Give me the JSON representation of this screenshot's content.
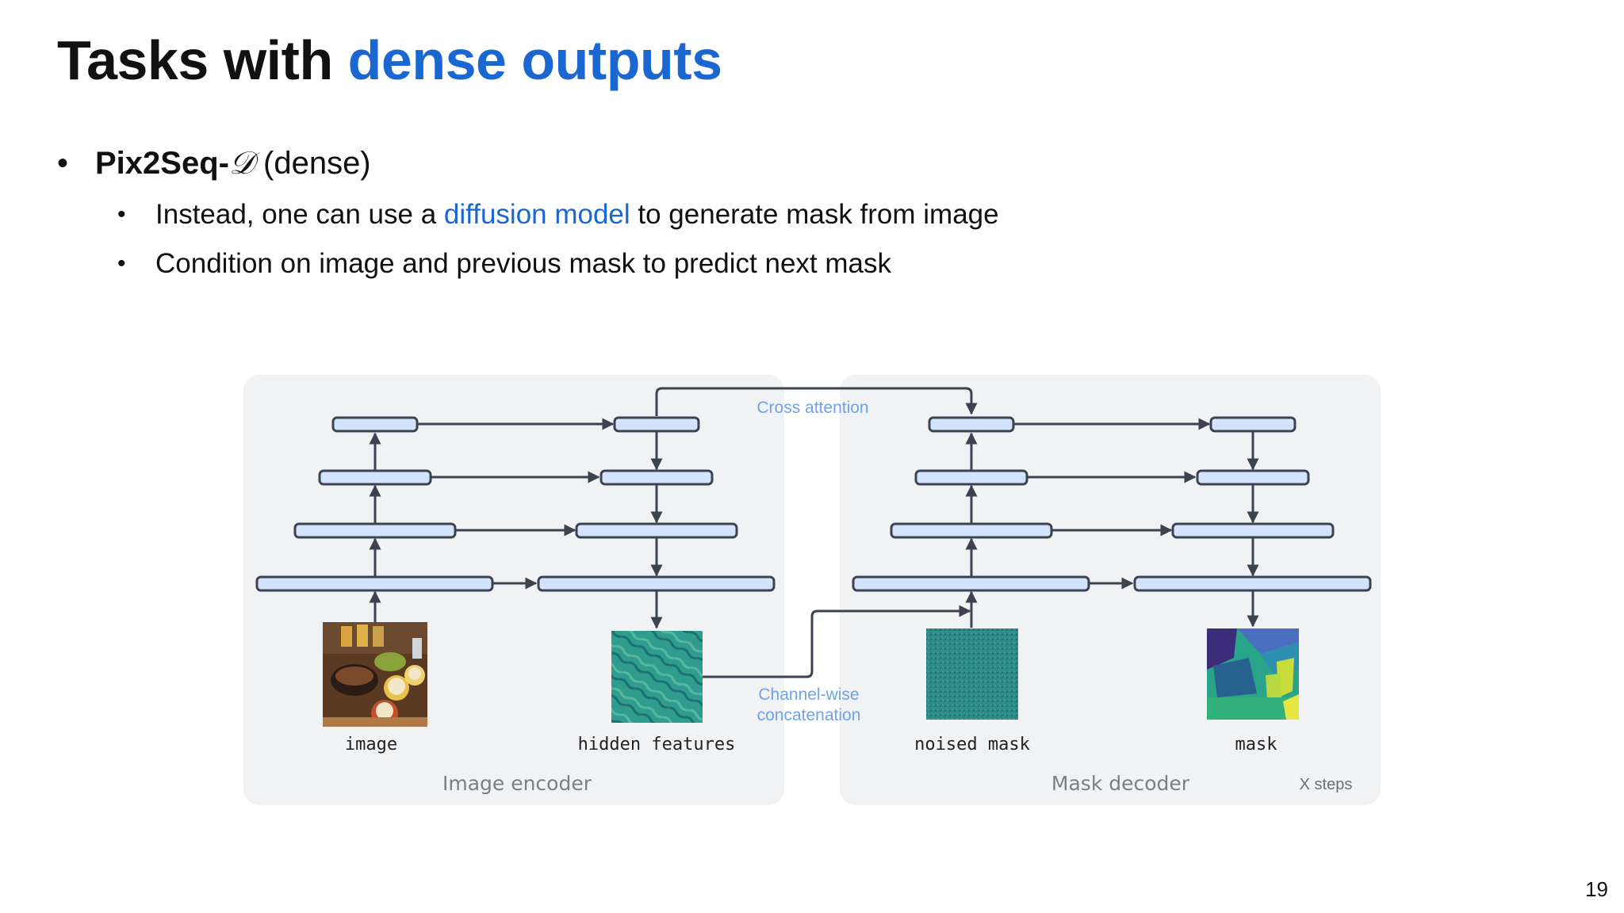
{
  "slide": {
    "title_prefix": "Tasks with ",
    "title_accent": "dense outputs",
    "page_number": "19"
  },
  "bullets": {
    "main_bold": "Pix2Seq-",
    "main_symbol": "𝒟",
    "main_rest": " (dense)",
    "sub1_before": "Instead, one can use a ",
    "sub1_link": "diffusion model",
    "sub1_after": " to generate mask from image",
    "sub2": "Condition on image and previous mask to predict next mask"
  },
  "diagram": {
    "encoder_label": "Image encoder",
    "decoder_label": "Mask decoder",
    "image_label": "image",
    "hidden_label": "hidden features",
    "noised_label": "noised mask",
    "mask_label": "mask",
    "cross_attention": "Cross attention",
    "channel_line1": "Channel-wise",
    "channel_line2": "concatenation",
    "steps_label": "X steps"
  },
  "colors": {
    "accent": "#1a67d2",
    "annotation": "#6fa3e6",
    "block_fill": "#d3e3fd",
    "block_stroke": "#3c4350",
    "panel": "#f1f2f4"
  }
}
